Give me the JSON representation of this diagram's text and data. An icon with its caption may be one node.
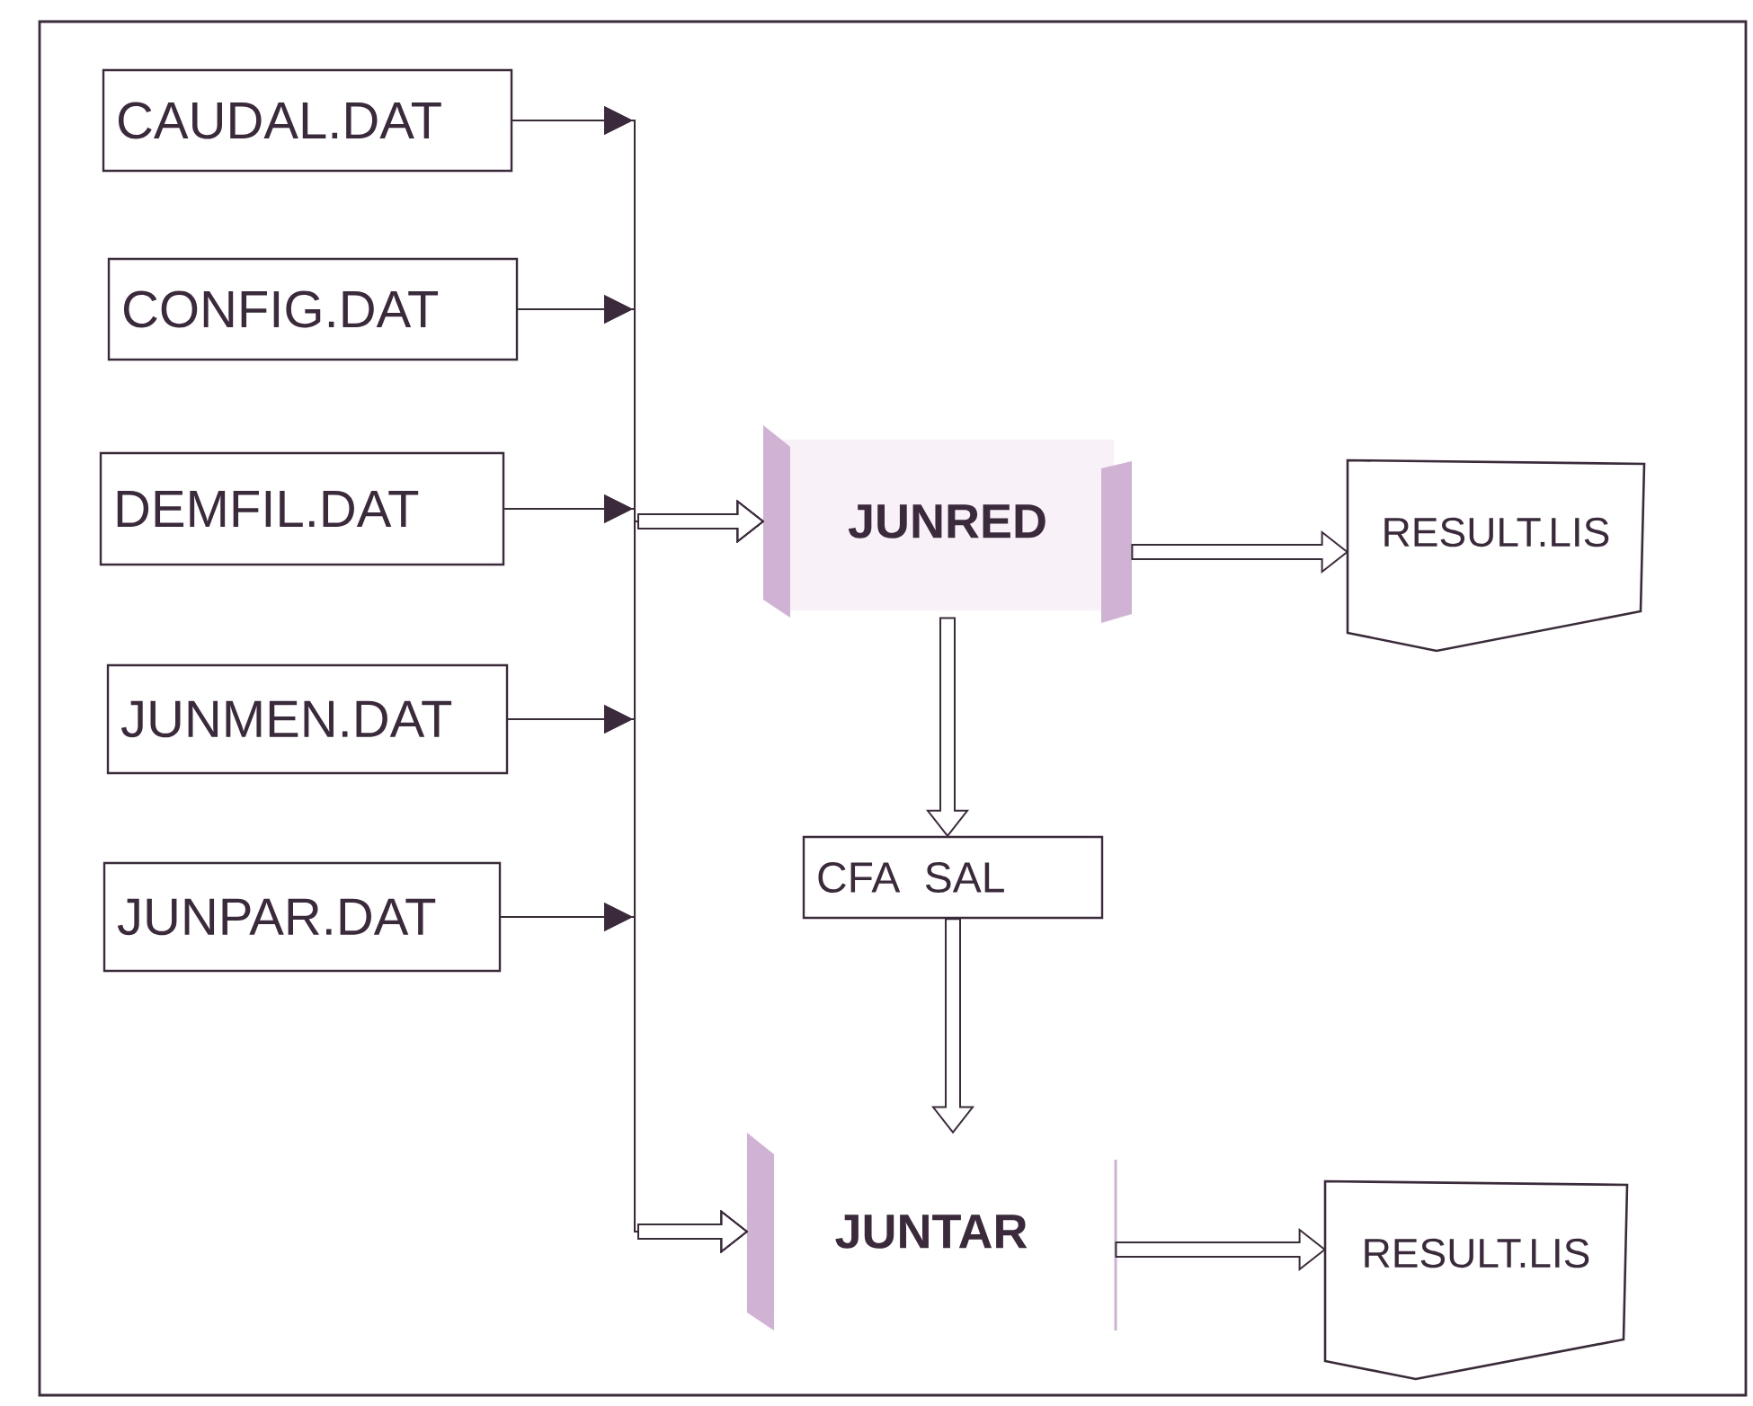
{
  "diagram": {
    "nodes": [
      {
        "text": [
          "CAUDAL.DAT"
        ]
      },
      {
        "text": [
          "CONFIG.DAT"
        ]
      },
      {
        "text": [
          "DEMFIL.DAT"
        ]
      },
      {
        "text": [
          "JUNMEN.DAT"
        ]
      },
      {
        "text": [
          "JUNPAR.DAT"
        ]
      },
      {
        "text": [
          "JUNRED"
        ]
      },
      {
        "text": [
          "RESULT.LIS"
        ]
      },
      {
        "text": [
          "CFA SAL"
        ]
      },
      {
        "text": [
          "JUNTAR"
        ]
      },
      {
        "text": [
          "RESULT.LIS"
        ]
      }
    ],
    "edges": [
      {
        "from": 0,
        "to": 5,
        "arrow": "to"
      },
      {
        "from": 1,
        "to": 5,
        "arrow": "to"
      },
      {
        "from": 2,
        "to": 5,
        "arrow": "to"
      },
      {
        "from": 3,
        "to": 5,
        "arrow": "to"
      },
      {
        "from": 4,
        "to": 5,
        "arrow": "to"
      },
      {
        "from": 0,
        "to": 8,
        "arrow": "to"
      },
      {
        "from": 1,
        "to": 8,
        "arrow": "to"
      },
      {
        "from": 2,
        "to": 8,
        "arrow": "to"
      },
      {
        "from": 3,
        "to": 8,
        "arrow": "to"
      },
      {
        "from": 4,
        "to": 8,
        "arrow": "to"
      },
      {
        "from": 5,
        "to": 6,
        "arrow": "to"
      },
      {
        "from": 5,
        "to": 7,
        "arrow": "to"
      },
      {
        "from": 7,
        "to": 8,
        "arrow": "to"
      },
      {
        "from": 8,
        "to": 9,
        "arrow": "to"
      }
    ]
  }
}
